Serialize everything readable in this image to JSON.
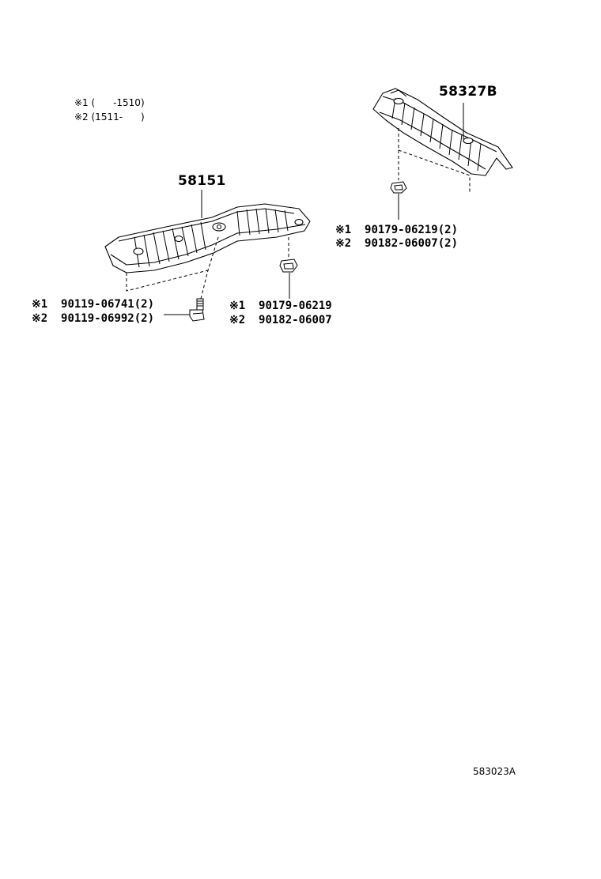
{
  "legend": {
    "line1": "※1 (      -1510)",
    "line2": "※2 (1511-      )"
  },
  "parts": {
    "main_cover": "58151",
    "rear_cover": "58327B"
  },
  "fasteners": {
    "rear_clip": {
      "line1": "※1  90179-06219(2)",
      "line2": "※2  90182-06007(2)"
    },
    "left_bolt": {
      "line1": "※1  90119-06741(2)",
      "line2": "※2  90119-06992(2)"
    },
    "right_clip": {
      "line1": "※1  90179-06219",
      "line2": "※2  90182-06007"
    }
  },
  "diagram_ref": "583023A",
  "colors": {
    "line": "#000000",
    "background": "#ffffff"
  }
}
